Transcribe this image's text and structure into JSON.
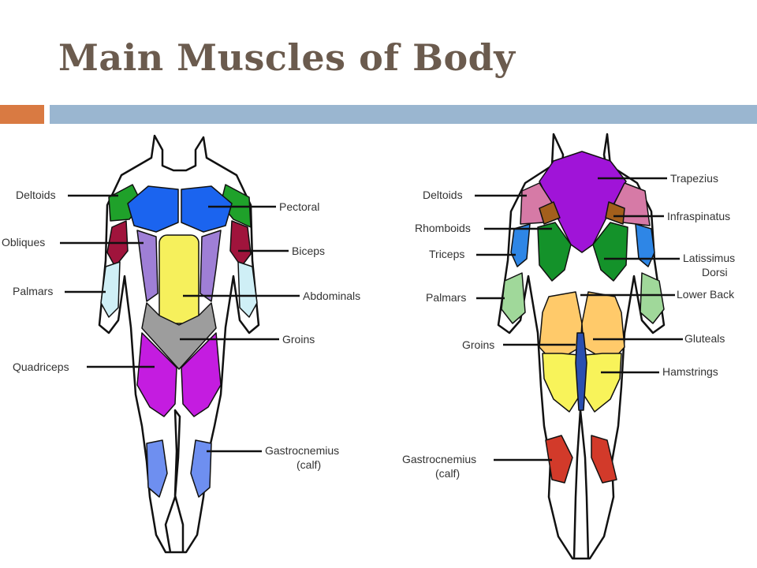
{
  "slide": {
    "title": "Main Muscles of Body"
  },
  "colors": {
    "title": "#6b5b4e",
    "accent_bar": "#d97a42",
    "main_bar": "#9ab6d0",
    "deltoid_front": "#1fa12a",
    "pectoral": "#1b64ef",
    "biceps": "#a0143c",
    "obliques": "#9f7fd6",
    "abdominals": "#f6f05c",
    "palmar_front": "#cfeff6",
    "groin": "#9d9d9d",
    "quadriceps": "#c41ce0",
    "calf_front": "#6e8ff0",
    "trapezius": "#a014d8",
    "deltoid_back": "#d67aa6",
    "infraspinatus": "#a35f1c",
    "latissimus": "#14922a",
    "triceps": "#2e86e6",
    "palmar_back": "#a0d89a",
    "gluteal": "#ffca6a",
    "hamstring": "#f8f35a",
    "groin_back": "#2a4fb0",
    "calf_back": "#d23a2a"
  },
  "front_view": {
    "labels": {
      "deltoids": "Deltoids",
      "obliques": "Obliques",
      "palmars": "Palmars",
      "quadriceps": "Quadriceps",
      "pectoral": "Pectoral",
      "biceps": "Biceps",
      "abdominals": "Abdominals",
      "groins": "Groins",
      "gastrocnemius_1": "Gastrocnemius",
      "gastrocnemius_2": "(calf)"
    }
  },
  "back_view": {
    "labels": {
      "deltoids": "Deltoids",
      "rhomboids": "Rhomboids",
      "triceps": "Triceps",
      "palmars": "Palmars",
      "groins": "Groins",
      "gastrocnemius_1": "Gastrocnemius",
      "gastrocnemius_2": "(calf)",
      "trapezius": "Trapezius",
      "infraspinatus": "Infraspinatus",
      "latissimus_1": "Latissimus",
      "latissimus_2": "Dorsi",
      "lower_back": "Lower Back",
      "gluteals": "Gluteals",
      "hamstrings": "Hamstrings"
    }
  }
}
